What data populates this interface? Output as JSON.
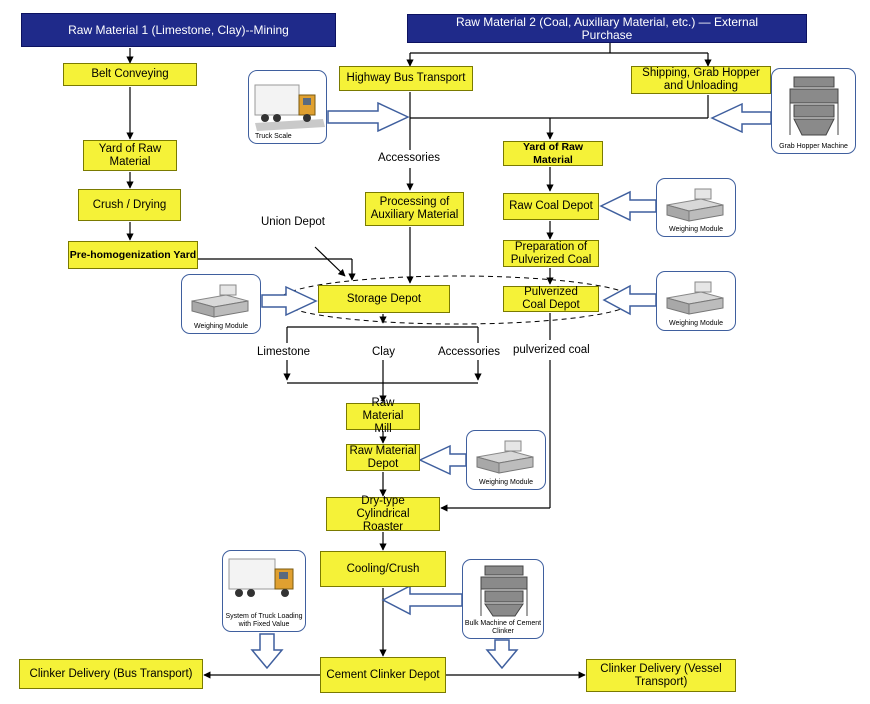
{
  "nodes": {
    "raw1": "Raw Material 1 (Limestone, Clay)--Mining",
    "raw2": "Raw Material 2 (Coal, Auxiliary Material, etc.) — External Purchase",
    "belt": "Belt Conveying",
    "yard_raw": "Yard of Raw Material",
    "crush_dry": "Crush / Drying",
    "prehomo": "Pre-homogenization Yard",
    "highway": "Highway Bus Transport",
    "shipping": "Shipping, Grab Hopper and Unloading",
    "yard_raw2": "Yard of Raw Material",
    "proc_aux": "Processing of Auxiliary Material",
    "raw_coal": "Raw Coal Depot",
    "prep_coal": "Preparation of Pulverized Coal",
    "storage": "Storage Depot",
    "pulv_coal": "Pulverized Coal Depot",
    "mill": "Raw Material Mill",
    "raw_depot": "Raw Material Depot",
    "roaster": "Dry-type Cylindrical Roaster",
    "cooling": "Cooling/Crush",
    "clinker_depot": "Cement Clinker Depot",
    "deliv_bus": "Clinker Delivery (Bus Transport)",
    "deliv_vessel": "Clinker Delivery (Vessel Transport)"
  },
  "labels": {
    "accessories_top": "Accessories",
    "union_depot": "Union Depot",
    "limestone": "Limestone",
    "clay": "Clay",
    "accessories": "Accessories",
    "pulverized_coal": "pulverized coal"
  },
  "equipment": {
    "truck_scale": "Truck Scale",
    "grab_hopper": "Grab Hopper Machine",
    "weigh1": "Weighing Module",
    "weigh2": "Weighing Module",
    "weigh3": "Weighing Module",
    "weigh4": "Weighing Module",
    "truck_loading": "System of Truck Loading with Fixed Value",
    "bulk_machine": "Bulk Machine of Cement Clinker"
  },
  "colors": {
    "process_fill": "#f5f238",
    "source_fill": "#1f2a8a",
    "frame": "#3f5f9e"
  }
}
